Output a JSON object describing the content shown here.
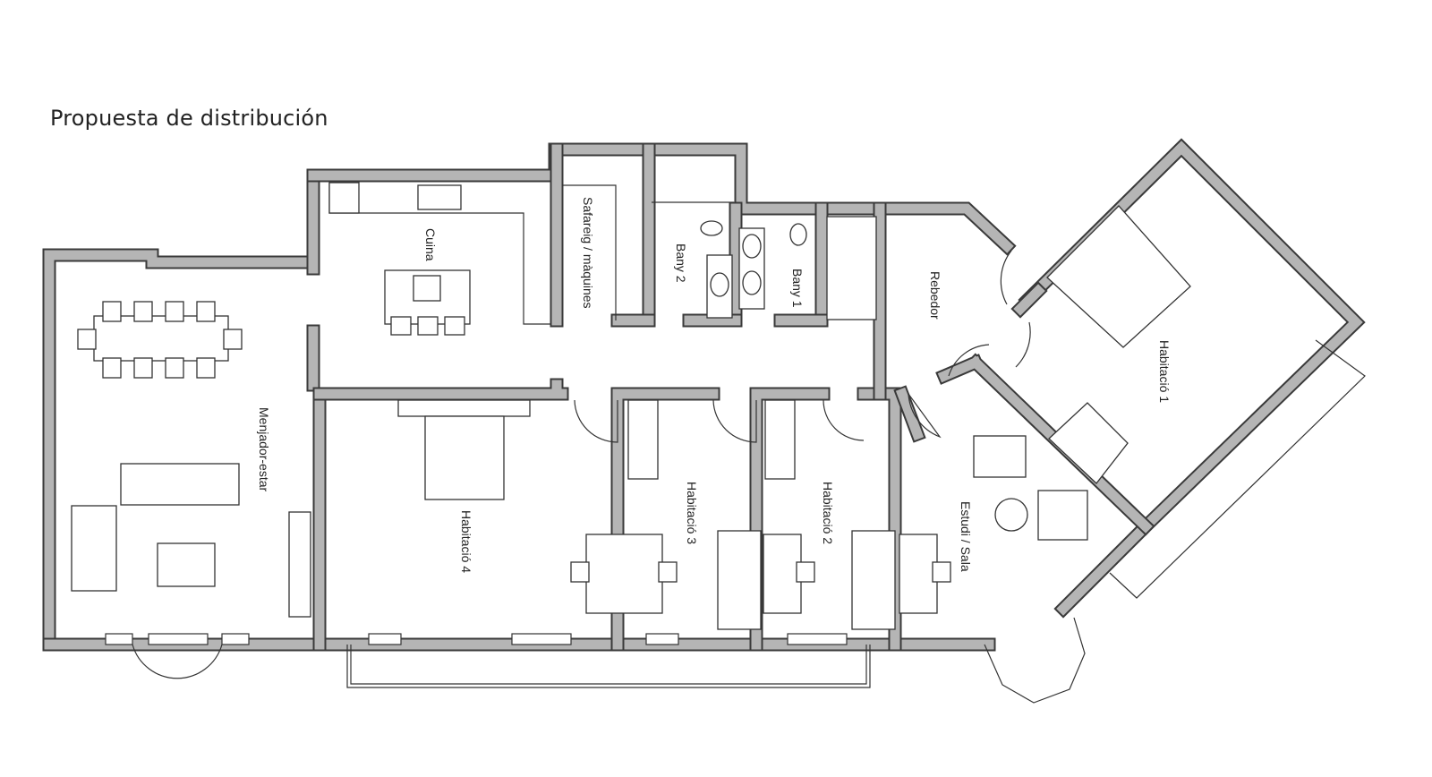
{
  "title": "Propuesta de distribución",
  "rooms": {
    "cuina": "Cuina",
    "safareig": "Safareig / màquines",
    "bany2": "Bany 2",
    "bany1": "Bany 1",
    "rebedor": "Rebedor",
    "habitacio1": "Habitació 1",
    "menjador": "Menjador-estar",
    "habitacio4": "Habitació 4",
    "habitacio3": "Habitació 3",
    "habitacio2": "Habitació 2",
    "estudi": "Estudi / Sala"
  }
}
